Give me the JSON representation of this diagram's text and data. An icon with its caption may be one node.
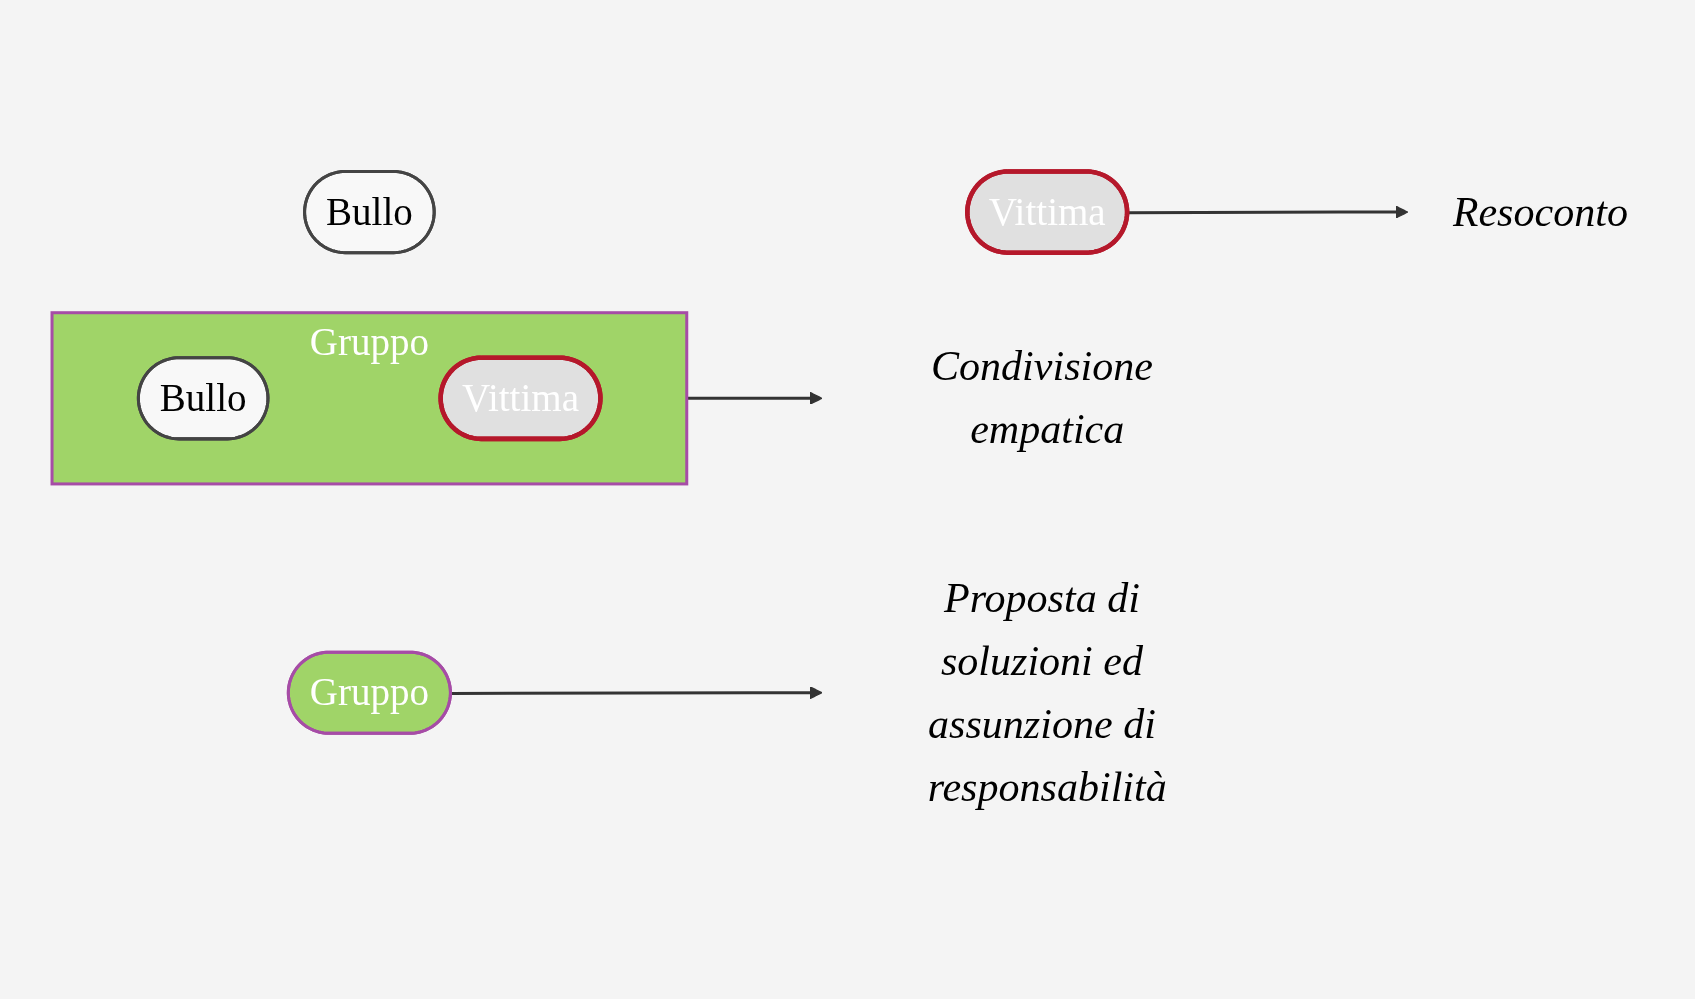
{
  "diagram": {
    "nodes": [
      {
        "text": [
          "Bullo"
        ]
      },
      {
        "text": [
          "Vittima"
        ]
      },
      {
        "text": [
          "Resoconto"
        ]
      },
      {
        "text": [
          "Gruppo"
        ]
      },
      {
        "text": [
          "Bullo"
        ],
        "in": 3
      },
      {
        "text": [
          "Vittima"
        ],
        "in": 3
      },
      {
        "text": [
          "Condivisione empatica"
        ]
      },
      {
        "text": [
          "Gruppo"
        ]
      },
      {
        "text": [
          "Proposta di soluzioni ed assunzione di responsabilità"
        ]
      }
    ],
    "edges": [
      {
        "from": 1,
        "to": 2,
        "arrow": "to"
      },
      {
        "from": 3,
        "to": 6,
        "arrow": "to"
      },
      {
        "from": 7,
        "to": 8,
        "arrow": "to"
      }
    ]
  }
}
